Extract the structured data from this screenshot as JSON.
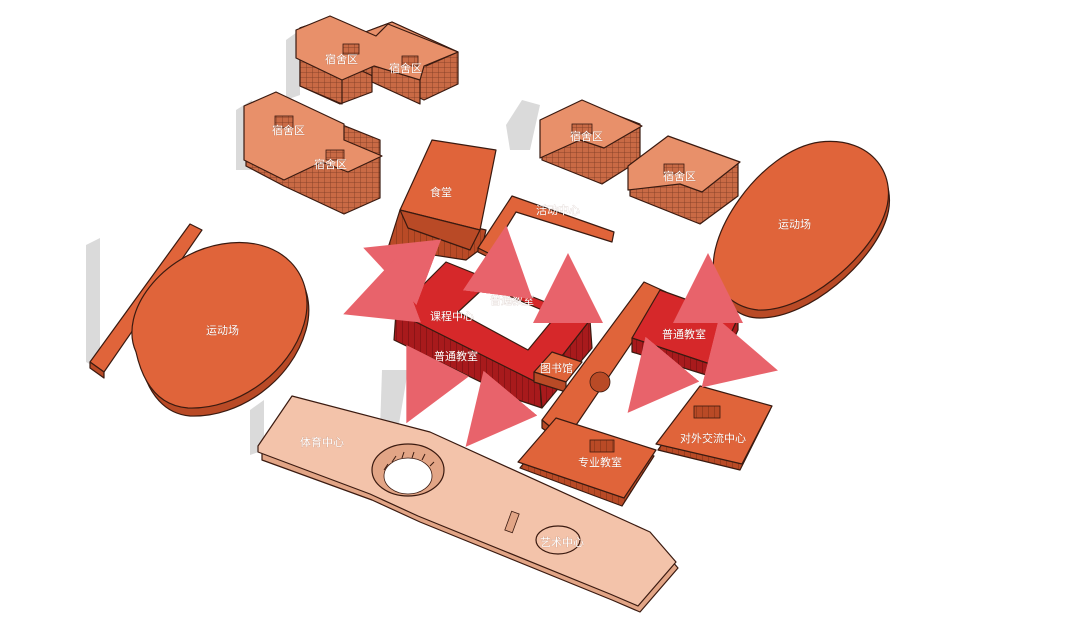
{
  "colors": {
    "background": "#ffffff",
    "dorm_top": "#e8906a",
    "dorm_side": "#c96a45",
    "orange_top": "#e0643a",
    "orange_side": "#b94a26",
    "red_top": "#d6282a",
    "red_side": "#a81a1c",
    "pink_top": "#f3c3aa",
    "pink_side": "#e2a586",
    "arrow": "#e8636b",
    "shadow": "#cfcfcf"
  },
  "labels": {
    "dorm_1": "宿舍区",
    "dorm_2": "宿舍区",
    "dorm_3": "宿舍区",
    "dorm_4": "宿舍区",
    "dorm_5": "宿舍区",
    "dorm_6": "宿舍区",
    "canteen": "食堂",
    "activity_center": "活动中心",
    "track_right": "运动场",
    "track_left": "运动场",
    "curriculum_center": "课程中心",
    "classroom_top": "普通教室",
    "classroom_bottom": "普通教室",
    "classroom_right": "普通教室",
    "library": "图书馆",
    "exchange_center": "对外交流中心",
    "special_classroom": "专业教室",
    "sports_center": "体育中心",
    "art_center": "艺术中心"
  }
}
